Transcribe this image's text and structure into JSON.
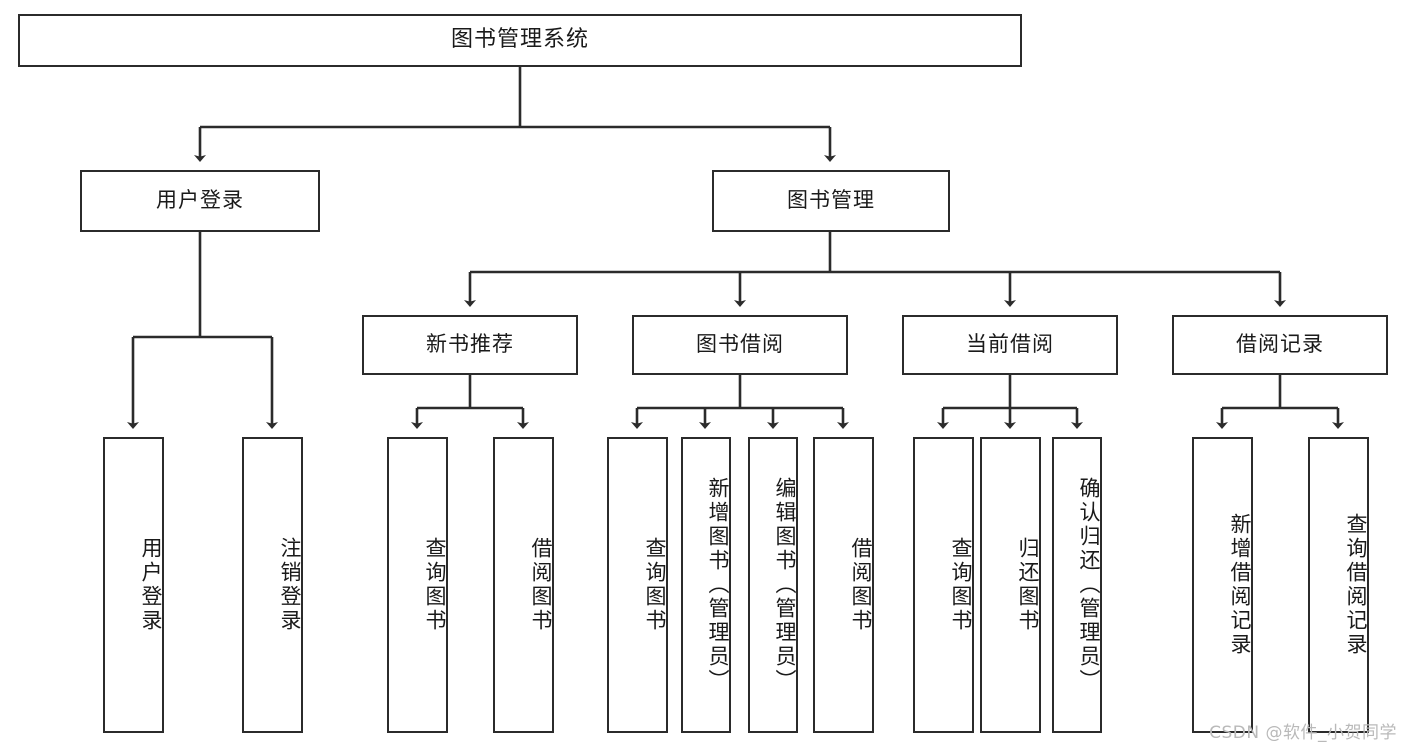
{
  "diagram": {
    "title": "图书管理系统",
    "type": "hierarchy-tree",
    "watermark": "CSDN @软件_小贺同学",
    "colors": {
      "stroke": "#2b2b2b",
      "fill": "#ffffff",
      "text": "#1a1a1a",
      "watermark": "#b9b9b9"
    },
    "nodes": {
      "root": {
        "label": "图书管理系统"
      },
      "level2": [
        {
          "id": "user-login",
          "label": "用户登录"
        },
        {
          "id": "book-manage",
          "label": "图书管理"
        }
      ],
      "level3": [
        {
          "id": "new-book-rec",
          "label": "新书推荐"
        },
        {
          "id": "book-borrow",
          "label": "图书借阅"
        },
        {
          "id": "current-borrow",
          "label": "当前借阅"
        },
        {
          "id": "borrow-record",
          "label": "借阅记录"
        }
      ],
      "leaves": {
        "user-login": [
          {
            "id": "leaf-user-login",
            "label": "用户登录"
          },
          {
            "id": "leaf-user-logout",
            "label": "注销登录"
          }
        ],
        "new-book-rec": [
          {
            "id": "leaf-query-book-1",
            "label": "查询图书"
          },
          {
            "id": "leaf-borrow-book-1",
            "label": "借阅图书"
          }
        ],
        "book-borrow": [
          {
            "id": "leaf-query-book-2",
            "label": "查询图书"
          },
          {
            "id": "leaf-add-book",
            "label": "新增图书（管理员）"
          },
          {
            "id": "leaf-edit-book",
            "label": "编辑图书（管理员）"
          },
          {
            "id": "leaf-borrow-book-2",
            "label": "借阅图书"
          }
        ],
        "current-borrow": [
          {
            "id": "leaf-query-book-3",
            "label": "查询图书"
          },
          {
            "id": "leaf-return-book",
            "label": "归还图书"
          },
          {
            "id": "leaf-confirm-return",
            "label": "确认归还（管理员）"
          }
        ],
        "borrow-record": [
          {
            "id": "leaf-add-record",
            "label": "新增借阅记录"
          },
          {
            "id": "leaf-query-record",
            "label": "查询借阅记录"
          }
        ]
      }
    }
  }
}
